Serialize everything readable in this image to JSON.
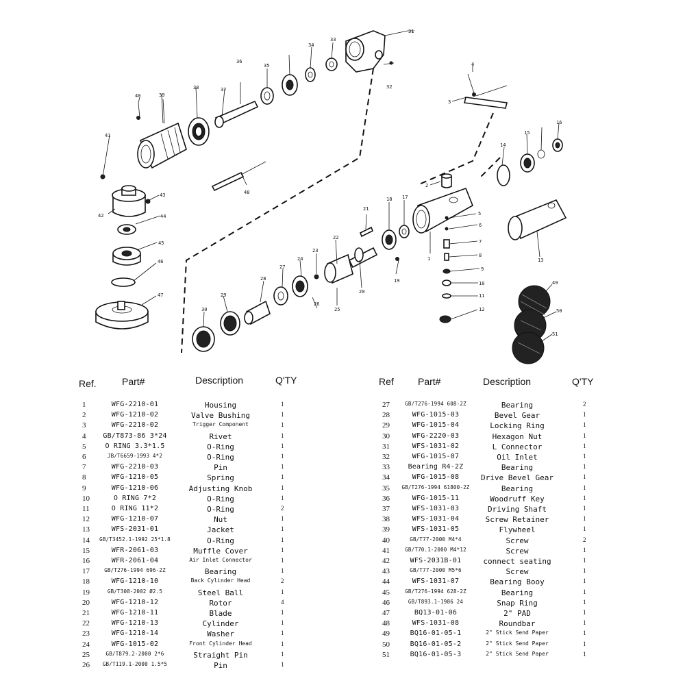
{
  "headers": {
    "left": {
      "ref": "Ref.",
      "part": "Part#",
      "desc": "Description",
      "qty": "Q'TY"
    },
    "right": {
      "ref": "Ref",
      "part": "Part#",
      "desc": "Description",
      "qty": "Q'TY"
    }
  },
  "callouts": [
    "1",
    "2",
    "3",
    "4",
    "5",
    "6",
    "7",
    "8",
    "9",
    "10",
    "11",
    "12",
    "13",
    "14",
    "15",
    "16",
    "17",
    "18",
    "19",
    "20",
    "21",
    "22",
    "23",
    "24",
    "25",
    "26",
    "27",
    "28",
    "29",
    "30",
    "31",
    "32",
    "33",
    "34",
    "35",
    "36",
    "37",
    "38",
    "39",
    "40",
    "41",
    "42",
    "43",
    "44",
    "45",
    "46",
    "47",
    "48",
    "49",
    "50",
    "51"
  ],
  "parts_left": [
    {
      "ref": "1",
      "part": "WFG-2210-01",
      "desc": "Housing",
      "qty": "1"
    },
    {
      "ref": "2",
      "part": "WFG-1210-02",
      "desc": "Valve Bushing",
      "qty": "1"
    },
    {
      "ref": "3",
      "part": "WFG-2210-02",
      "desc": "Trigger Component",
      "qty": "1"
    },
    {
      "ref": "4",
      "part": "GB/T873-86 3*24",
      "desc": "Rivet",
      "qty": "1"
    },
    {
      "ref": "5",
      "part": "O RING 3.3*1.5",
      "desc": "O-Ring",
      "qty": "1"
    },
    {
      "ref": "6",
      "part": "JB/T6659-1993 4*2",
      "desc": "O-Ring",
      "qty": "1"
    },
    {
      "ref": "7",
      "part": "WFG-2210-03",
      "desc": "Pin",
      "qty": "1"
    },
    {
      "ref": "8",
      "part": "WFG-1210-05",
      "desc": "Spring",
      "qty": "1"
    },
    {
      "ref": "9",
      "part": "WFG-1210-06",
      "desc": "Adjusting Knob",
      "qty": "1"
    },
    {
      "ref": "10",
      "part": "O RING 7*2",
      "desc": "O-Ring",
      "qty": "1"
    },
    {
      "ref": "11",
      "part": "O RING 11*2",
      "desc": "O-Ring",
      "qty": "2"
    },
    {
      "ref": "12",
      "part": "WFG-1210-07",
      "desc": "Nut",
      "qty": "1"
    },
    {
      "ref": "13",
      "part": "WFS-2031-01",
      "desc": "Jacket",
      "qty": "1"
    },
    {
      "ref": "14",
      "part": "GB/T3452.1-1992 25*1.8",
      "desc": "O-Ring",
      "qty": "1"
    },
    {
      "ref": "15",
      "part": "WFR-2061-03",
      "desc": "Muffle Cover",
      "qty": "1"
    },
    {
      "ref": "16",
      "part": "WFR-2061-04",
      "desc": "Air Inlet Connector",
      "qty": "1"
    },
    {
      "ref": "17",
      "part": "GB/T276-1994 696-2Z",
      "desc": "Bearing",
      "qty": "1"
    },
    {
      "ref": "18",
      "part": "WFG-1210-10",
      "desc": "Back Cylinder Head",
      "qty": "2"
    },
    {
      "ref": "19",
      "part": "GB/T308-2002 Ø2.5",
      "desc": "Steel Ball",
      "qty": "1"
    },
    {
      "ref": "20",
      "part": "WFG-1210-12",
      "desc": "Rotor",
      "qty": "4"
    },
    {
      "ref": "21",
      "part": "WFG-1210-11",
      "desc": "Blade",
      "qty": "1"
    },
    {
      "ref": "22",
      "part": "WFG-1210-13",
      "desc": "Cylinder",
      "qty": "1"
    },
    {
      "ref": "23",
      "part": "WFG-1210-14",
      "desc": "Washer",
      "qty": "1"
    },
    {
      "ref": "24",
      "part": "WFG-1015-02",
      "desc": "Front Cylinder Head",
      "qty": "1"
    },
    {
      "ref": "25",
      "part": "GB/T879.2-2000 2*6",
      "desc": "Straight Pin",
      "qty": "1"
    },
    {
      "ref": "26",
      "part": "GB/T119.1-2000 1.5*5",
      "desc": "Pin",
      "qty": "1"
    }
  ],
  "parts_right": [
    {
      "ref": "27",
      "part": "GB/T276-1994 608-2Z",
      "desc": "Bearing",
      "qty": "2"
    },
    {
      "ref": "28",
      "part": "WFG-1015-03",
      "desc": "Bevel Gear",
      "qty": "1"
    },
    {
      "ref": "29",
      "part": "WFG-1015-04",
      "desc": "Locking Ring",
      "qty": "1"
    },
    {
      "ref": "30",
      "part": "WFG-2220-03",
      "desc": "Hexagon Nut",
      "qty": "1"
    },
    {
      "ref": "31",
      "part": "WFS-1031-02",
      "desc": "L Connector",
      "qty": "1"
    },
    {
      "ref": "32",
      "part": "WFG-1015-07",
      "desc": "Oil Inlet",
      "qty": "1"
    },
    {
      "ref": "33",
      "part": "Bearing R4-2Z",
      "desc": "Bearing",
      "qty": "1"
    },
    {
      "ref": "34",
      "part": "WFG-1015-08",
      "desc": "Drive Bevel Gear",
      "qty": "1"
    },
    {
      "ref": "35",
      "part": "GB/T276-1994 61800-2Z",
      "desc": "Bearing",
      "qty": "1"
    },
    {
      "ref": "36",
      "part": "WFG-1015-11",
      "desc": "Woodruff Key",
      "qty": "1"
    },
    {
      "ref": "37",
      "part": "WFS-1031-03",
      "desc": "Driving Shaft",
      "qty": "1"
    },
    {
      "ref": "38",
      "part": "WFS-1031-04",
      "desc": "Screw Retainer",
      "qty": "1"
    },
    {
      "ref": "39",
      "part": "WFS-1031-05",
      "desc": "Flywheel",
      "qty": "1"
    },
    {
      "ref": "40",
      "part": "GB/T77-2000 M4*4",
      "desc": "Screw",
      "qty": "2"
    },
    {
      "ref": "41",
      "part": "GB/T70.1-2000 M4*12",
      "desc": "Screw",
      "qty": "1"
    },
    {
      "ref": "42",
      "part": "WFS-2031B-01",
      "desc": "connect seating",
      "qty": "1"
    },
    {
      "ref": "43",
      "part": "GB/T77-2000 M5*6",
      "desc": "Screw",
      "qty": "1"
    },
    {
      "ref": "44",
      "part": "WFS-1031-07",
      "desc": "Bearing Booy",
      "qty": "1"
    },
    {
      "ref": "45",
      "part": "GB/T276-1994 628-2Z",
      "desc": "Bearing",
      "qty": "1"
    },
    {
      "ref": "46",
      "part": "GB/T893.1-1986 24",
      "desc": "Snap Ring",
      "qty": "1"
    },
    {
      "ref": "47",
      "part": "BQ13-01-06",
      "desc": "2\" PAD",
      "qty": "1"
    },
    {
      "ref": "48",
      "part": "WFS-1031-08",
      "desc": "Roundbar",
      "qty": "1"
    },
    {
      "ref": "49",
      "part": "BQ16-01-05-1",
      "desc": "2\" Stick Send Paper",
      "qty": "1"
    },
    {
      "ref": "50",
      "part": "BQ16-01-05-2",
      "desc": "2\" Stick Send Paper",
      "qty": "1"
    },
    {
      "ref": "51",
      "part": "BQ16-01-05-3",
      "desc": "2\" Stick Send Paper",
      "qty": "1"
    }
  ]
}
